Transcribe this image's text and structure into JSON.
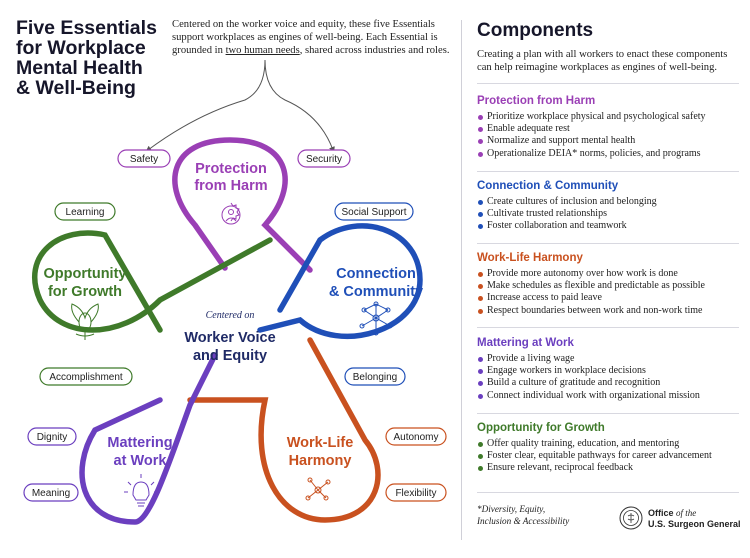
{
  "header": {
    "title_lines": [
      "Five Essentials",
      "for Workplace",
      "Mental Health",
      "& Well-Being"
    ],
    "intro_before": "Centered on the worker voice and equity, these five Essentials support workplaces as engines of well-being. Each Essential is grounded in ",
    "intro_underlined": "two human needs",
    "intro_after": ", shared across industries and roles."
  },
  "center": {
    "prefix": "Centered on",
    "line1": "Worker Voice",
    "line2": "and Equity"
  },
  "essentials": [
    {
      "key": "protection",
      "line1": "Protection",
      "line2": "from Harm",
      "color": "#9a3fb5",
      "needs": [
        "Safety",
        "Security"
      ]
    },
    {
      "key": "connection",
      "line1": "Connection",
      "line2": "& Community",
      "color": "#1f4fb8",
      "needs": [
        "Social Support",
        "Belonging"
      ]
    },
    {
      "key": "worklife",
      "line1": "Work-Life",
      "line2": "Harmony",
      "color": "#c9511f",
      "needs": [
        "Autonomy",
        "Flexibility"
      ]
    },
    {
      "key": "mattering",
      "line1": "Mattering",
      "line2": "at Work",
      "color": "#6b3fbf",
      "needs": [
        "Dignity",
        "Meaning"
      ]
    },
    {
      "key": "growth",
      "line1": "Opportunity",
      "line2": "for Growth",
      "color": "#3f7a2a",
      "needs": [
        "Learning",
        "Accomplishment"
      ]
    }
  ],
  "components": {
    "title": "Components",
    "subtitle": "Creating a plan with all workers to enact these components can help reimagine workplaces as engines of well-being.",
    "sections": [
      {
        "heading": "Protection from Harm",
        "color": "#9a3fb5",
        "items": [
          "Prioritize workplace physical and psychological safety",
          "Enable adequate rest",
          "Normalize and support mental health",
          "Operationalize DEIA* norms, policies, and programs"
        ]
      },
      {
        "heading": "Connection & Community",
        "color": "#1f4fb8",
        "items": [
          "Create cultures of inclusion and belonging",
          "Cultivate trusted relationships",
          "Foster collaboration and teamwork"
        ]
      },
      {
        "heading": "Work-Life Harmony",
        "color": "#c9511f",
        "items": [
          "Provide more autonomy over how work is done",
          "Make schedules as flexible and predictable as possible",
          "Increase access to paid leave",
          "Respect boundaries between work and non-work time"
        ]
      },
      {
        "heading": "Mattering at Work",
        "color": "#6b3fbf",
        "items": [
          "Provide a living wage",
          "Engage workers in workplace decisions",
          "Build a culture of gratitude and recognition",
          "Connect individual work with organizational mission"
        ]
      },
      {
        "heading": "Opportunity for Growth",
        "color": "#3f7a2a",
        "items": [
          "Offer quality training, education, and mentoring",
          "Foster clear, equitable pathways for career advancement",
          "Ensure relevant, reciprocal feedback"
        ]
      }
    ]
  },
  "footer": {
    "footnote_lines": [
      "*Diversity, Equity,",
      "Inclusion & Accessibility"
    ],
    "office_bold": "Office",
    "office_of": "of the",
    "office_line2": "U.S. Surgeon General"
  }
}
